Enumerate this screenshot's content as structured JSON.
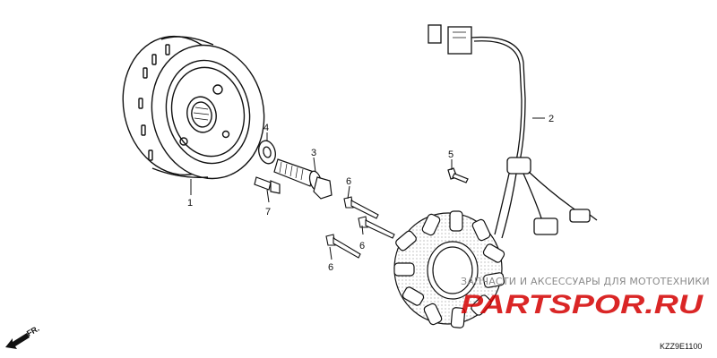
{
  "diagram": {
    "code": "KZZ9E1100",
    "direction_label": "FR.",
    "parts": [
      {
        "number": "1",
        "name": "flywheel"
      },
      {
        "number": "2",
        "name": "stator-wire-harness"
      },
      {
        "number": "3",
        "name": "flywheel-bolt"
      },
      {
        "number": "4",
        "name": "washer"
      },
      {
        "number": "5",
        "name": "harness-clamp-bolt"
      },
      {
        "number": "6",
        "name": "stator-bolt"
      },
      {
        "number": "7",
        "name": "small-bolt"
      }
    ],
    "extra_labels": [
      {
        "number": "6"
      },
      {
        "number": "6"
      }
    ]
  },
  "watermark": {
    "text": "ЗАПЧАСТИ И АКСЕССУАРЫ ДЛЯ МОТОТЕХНИКИ",
    "logo": "PARTSPOR.RU"
  },
  "colors": {
    "line": "#111111",
    "watermark_red": "#d40000",
    "watermark_gray": "#8a8a8a"
  }
}
